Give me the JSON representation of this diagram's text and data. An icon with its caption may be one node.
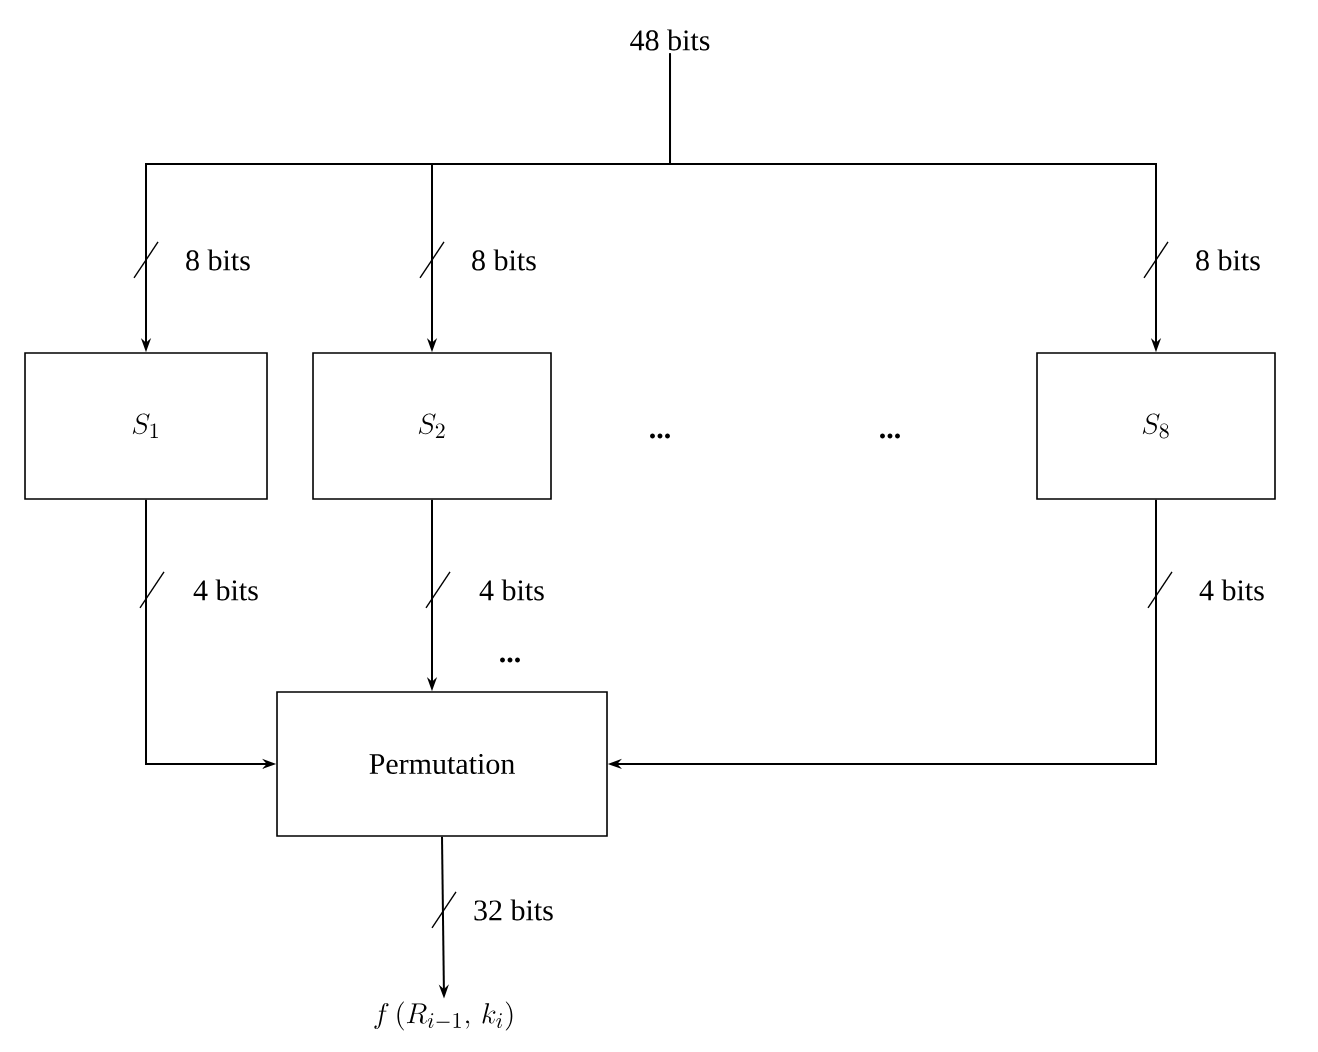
{
  "diagram": {
    "nodes": [
      {
        "text": [
          "48 bits"
        ]
      },
      {
        "text": [
          "S_1"
        ]
      },
      {
        "text": [
          "S_2"
        ]
      },
      {
        "text": [
          "S_8"
        ]
      },
      {
        "text": [
          "Permutation"
        ]
      },
      {
        "text": [
          "f\\,(R_{i-1},\\, k_i)"
        ]
      }
    ],
    "edges": [
      {
        "from": 0,
        "to": 1,
        "arrow": "to",
        "label": "8 bits"
      },
      {
        "from": 0,
        "to": 2,
        "arrow": "to",
        "label": "8 bits"
      },
      {
        "from": 0,
        "to": 3,
        "arrow": "to",
        "label": "8 bits"
      },
      {
        "from": 1,
        "to": 4,
        "arrow": "to",
        "label": "4 bits"
      },
      {
        "from": 2,
        "to": 4,
        "arrow": "to",
        "label": "4 bits"
      },
      {
        "from": 3,
        "to": 4,
        "arrow": "to",
        "label": "4 bits"
      },
      {
        "from": 4,
        "to": 5,
        "arrow": "to",
        "label": "32 bits"
      }
    ],
    "labels": [
      "...",
      "...",
      "..."
    ]
  }
}
